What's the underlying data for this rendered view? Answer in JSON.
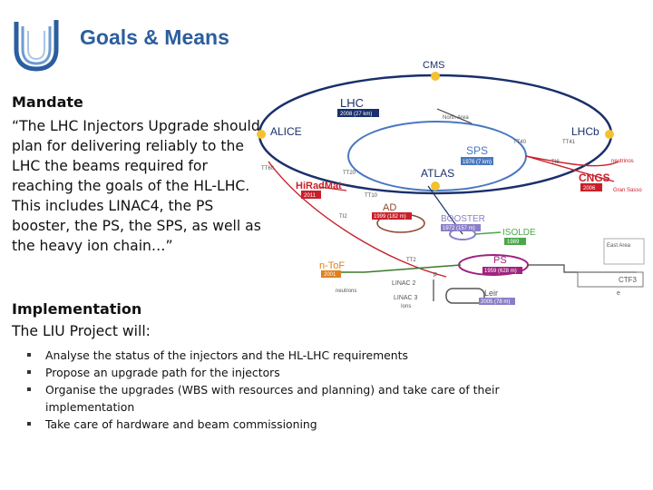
{
  "slide": {
    "title": "Goals & Means"
  },
  "mandate": {
    "heading": "Mandate",
    "text": "“The LHC Injectors Upgrade should plan for delivering reliably to the LHC the beams required for reaching the goals of the HL-LHC. This includes LINAC4, the PS booster, the PS, the SPS, as well as the heavy ion chain…”"
  },
  "implementation": {
    "heading": "Implementation",
    "intro": "The LIU Project will:",
    "bullets": [
      "Analyse the status of the injectors and the HL-LHC requirements",
      "Propose an upgrade path for the injectors",
      "Organise the upgrades (WBS with resources and planning) and take care of their implementation",
      "Take care of hardware and beam commissioning"
    ]
  },
  "diagram": {
    "labels": {
      "cms": "CMS",
      "lhc": "LHC",
      "lhc_tag": "2008 (27 km)",
      "north_area": "North Area",
      "alice": "ALICE",
      "lhcb": "LHCb",
      "sps": "SPS",
      "sps_tag": "1976 (7 km)",
      "atlas": "ATLAS",
      "hiradmat": "HiRadMat",
      "hiradmat_tag": "2011",
      "cngs": "CNGS",
      "cngs_tag": "2006",
      "neutrinos": "neutrinos",
      "gran_sasso": "Gran Sasso",
      "ad": "AD",
      "ad_tag": "1999 (182 m)",
      "booster": "BOOSTER",
      "booster_tag": "1972 (157 m)",
      "isolde": "ISOLDE",
      "isolde_tag": "1989",
      "east_area": "East Area",
      "ntof": "n-ToF",
      "ntof_tag": "2001",
      "neutrons": "neutrons",
      "ps": "PS",
      "ps_tag": "1959 (628 m)",
      "ctf3": "CTF3",
      "linac2": "LINAC 2",
      "linac3": "LINAC 3",
      "ions": "Ions",
      "leir": "Leir",
      "leir_tag": "2005 (78 m)",
      "tt10": "TT10",
      "tt20": "TT20",
      "tt40": "TT40",
      "tt41": "TT41",
      "tt60": "TT60",
      "tt2": "TT2",
      "ti2": "TI2",
      "ti8": "TI8",
      "p": "p",
      "e": "e"
    }
  },
  "colors": {
    "title": "#2b5e9e",
    "lhc_ring": "#1a2f6b",
    "sps_ring": "#4a78c0",
    "ps_ring": "#a0227e",
    "booster": "#8a7fc7",
    "isolde": "#4aa84a",
    "red": "#c8202a",
    "orange": "#e08020",
    "green_line": "#3a7a2a",
    "yellow_dot": "#f2c230",
    "label_box": "#c8202a"
  }
}
